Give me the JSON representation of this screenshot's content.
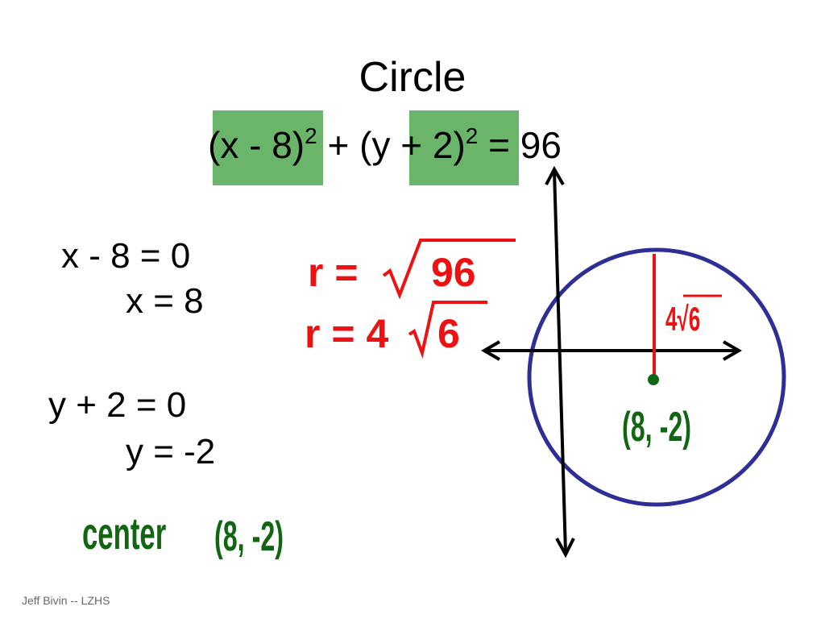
{
  "slide": {
    "title": "Circle",
    "footer": "Jeff Bivin -- LZHS"
  },
  "equation": {
    "part1": "(x - 8)",
    "exp1": "2",
    "plus": " + (",
    "part2": "y + 2)",
    "exp2": "2",
    "rhs": " = 96"
  },
  "steps": {
    "x_eq": "x - 8 = 0",
    "x_sol": "x = 8",
    "y_eq": "y + 2 = 0",
    "y_sol": "y = -2"
  },
  "radius": {
    "line1_prefix": "r = ",
    "line1_radicand": "96",
    "line2_prefix": "r = 4",
    "line2_radicand": "6"
  },
  "center": {
    "label": "center",
    "value": "(8, -2)"
  },
  "graph": {
    "point_label": "(8, -2)",
    "radius_label": "4√6",
    "colors": {
      "circle": "#2e2e96",
      "radius": "#ee1111",
      "point": "#116611",
      "highlight": "#6ab56a"
    }
  }
}
